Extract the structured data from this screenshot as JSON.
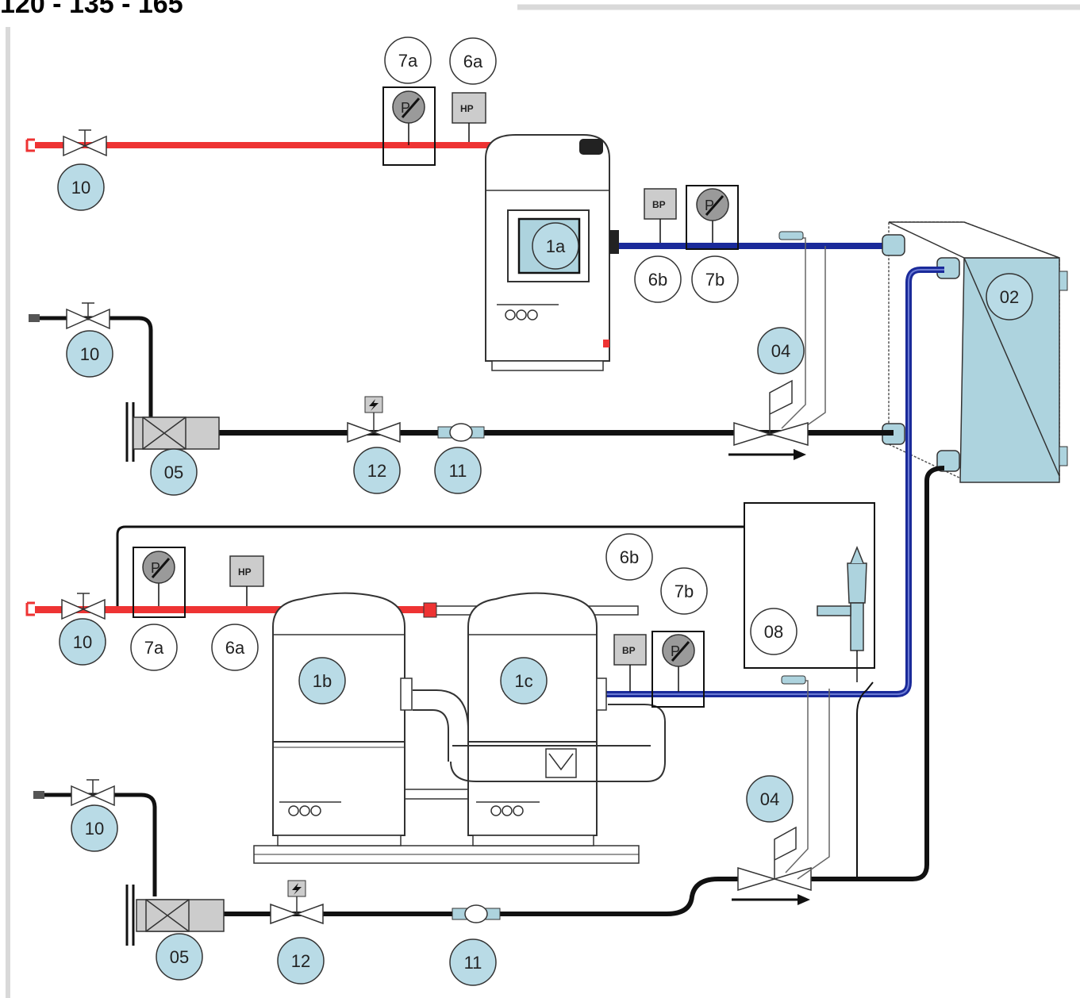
{
  "title": "120 - 135 - 165",
  "colors": {
    "discharge_line": "#ee3333",
    "suction_line": "#1a2a9a",
    "liquid_line": "#111111",
    "component_fill": "#add3de",
    "label_circle_fill": "#b9dbe6",
    "sensor_box": "#cccccc",
    "frame_gray": "#d9d9d9"
  },
  "icons": {
    "pressure_gauge": "pressure-gauge-icon",
    "solenoid_coil": "lightning-icon",
    "flow_arrow": "arrow-right-icon"
  },
  "sensors": {
    "high_pressure": "HP",
    "low_pressure": "BP",
    "gauge_letter": "P"
  },
  "components": {
    "compressor_top": "1a",
    "compressor_left": "1b",
    "compressor_right": "1c",
    "exchanger": "02",
    "expansion_valve_top": "04",
    "expansion_valve_bottom": "04",
    "filter_top": "05",
    "filter_bottom": "05",
    "solenoid_top": "12",
    "solenoid_bottom": "12",
    "sight_glass_top": "11",
    "sight_glass_bottom": "11",
    "valve_1": "10",
    "valve_2": "10",
    "valve_3": "10",
    "valve_4": "10"
  },
  "sensor_labels": {
    "gauge_hp_top": "7a",
    "switch_hp_top": "6a",
    "switch_bp_top": "6b",
    "gauge_bp_top": "7b",
    "switch_bp_bottom": "6b",
    "gauge_bp_bottom": "7b",
    "gauge_hp_bottom": "7a",
    "switch_hp_bottom": "6a",
    "controller": "08"
  }
}
